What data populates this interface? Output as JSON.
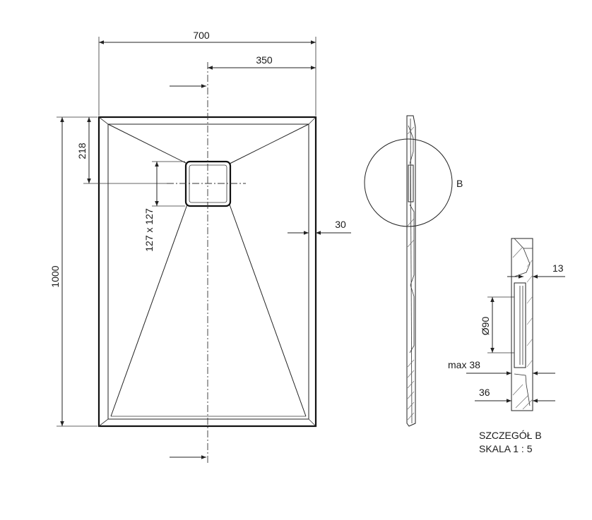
{
  "dimensions": {
    "overall_width": "700",
    "half_width": "350",
    "overall_length": "1000",
    "drain_offset": "218",
    "drain_size": "127 x 127",
    "rim_width": "30"
  },
  "section": {
    "detail_marker": "B"
  },
  "detail": {
    "dim_13": "13",
    "dim_diameter": "Ø90",
    "dim_max38": "max 38",
    "dim_36": "36",
    "title_line1": "SZCZEGÓŁ B",
    "title_line2": "SKALA 1 : 5"
  },
  "colors": {
    "line": "#222222",
    "background": "#ffffff"
  }
}
